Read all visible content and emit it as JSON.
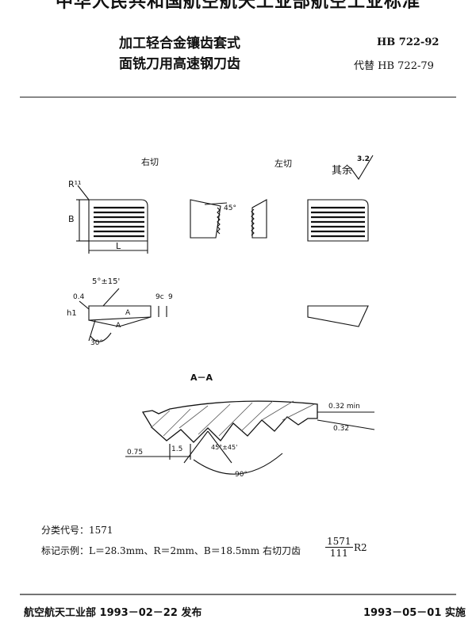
{
  "header": {
    "organization": "中华人民共和国航空航天工业部航空工业标准",
    "title_line1": "加工轻合金镶齿套式",
    "title_line2": "面铣刀用高速钢刀齿",
    "standard_number": "HB 722-92",
    "supersedes": "代替 HB 722-79"
  },
  "drawing": {
    "right_cut_label": "右切",
    "left_cut_label": "左切",
    "roughness_rest_label": "其余",
    "roughness_rest_value": "3.2",
    "radius_label": "R¹¹",
    "dim_B": "B",
    "dim_L": "L",
    "angle_45": "45°",
    "angle_5": "5°±15'",
    "roughness_04": "0.4",
    "dim_h1": "h1",
    "dim_9c": "9c",
    "dim_9": "9",
    "section_A": "A",
    "angle_30": "30°",
    "section_title": "A－A",
    "dim_032min": "0.32 min",
    "dim_032": "0.32",
    "dim_075": "0.75",
    "dim_15": "1.5",
    "angle_45_45": "45°±45'",
    "angle_90": "90°"
  },
  "body": {
    "classification_label": "分类代号：",
    "classification_code": "1571",
    "marking_example": "标记示例：L＝28.3mm、R＝2mm、B＝18.5mm 右切刀齿",
    "marking_numerator": "1571",
    "marking_denominator": "111",
    "marking_suffix": "R2"
  },
  "footer": {
    "issuer_date": "航空航天工业部 1993－02－22 发布",
    "effective_date": "1993－05－01 实施"
  }
}
